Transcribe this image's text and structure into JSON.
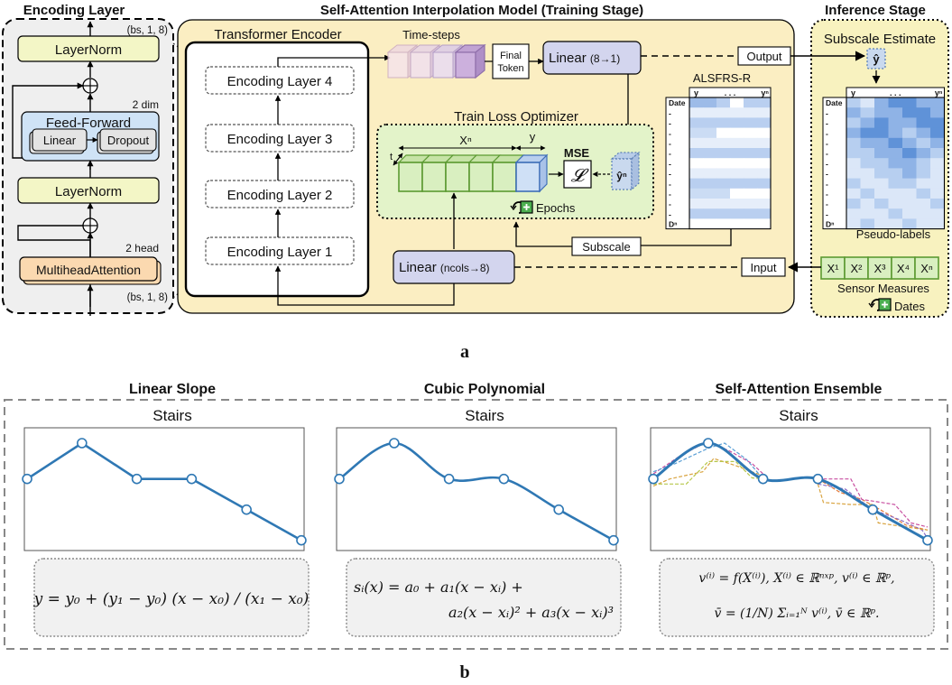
{
  "panel_a": {
    "encoding_layer": {
      "title": "Encoding Layer",
      "layernorm_top": "LayerNorm",
      "shape_top": "(bs, 1, 8)",
      "dim_label": "2 dim",
      "feed_forward": "Feed-Forward",
      "linear": "Linear",
      "dropout": "Dropout",
      "layernorm_bottom": "LayerNorm",
      "head_label": "2 head",
      "mha": "MultiheadAttention",
      "shape_bottom": "(bs, 1, 8)"
    },
    "training": {
      "title": "Self-Attention Interpolation Model (Training Stage)",
      "encoder_title": "Transformer Encoder",
      "layers": [
        "Encoding Layer 4",
        "Encoding Layer 3",
        "Encoding Layer 2",
        "Encoding Layer 1"
      ],
      "time_steps": "Time-steps",
      "final_token_1": "Final",
      "final_token_2": "Token",
      "linear_out": "Linear",
      "linear_out_dims": "(8→1)",
      "output": "Output",
      "alsfrs": "ALSFRS-R",
      "table_y": "y",
      "table_dots": ". . .",
      "table_yn": "yⁿ",
      "table_date": "Date",
      "table_dash": "-",
      "table_dn": "Dⁿ",
      "loss_title": "Train Loss Optimizer",
      "xn": "Xⁿ",
      "y": "y",
      "t": "t",
      "mse": "MSE",
      "loss_symbol": "𝓛",
      "yhat_n": "ŷⁿ",
      "epochs": "Epochs",
      "subscale": "Subscale",
      "linear_in": "Linear",
      "linear_in_dims": "(ncols→8)",
      "input": "Input"
    },
    "inference": {
      "title": "Inference Stage",
      "subscale_estimate": "Subscale Estimate",
      "yhat": "ŷ",
      "pseudo_labels": "Pseudo-labels",
      "sensors": [
        "X¹",
        "X²",
        "X³",
        "X⁴",
        "Xⁿ"
      ],
      "sensor_measures": "Sensor Measures",
      "dates": "Dates"
    },
    "caption": "a"
  },
  "panel_b": {
    "caption": "b",
    "chart_data": [
      {
        "type": "line",
        "title": "Linear Slope",
        "subtitle": "Stairs",
        "x": [
          0,
          1,
          2,
          3,
          4,
          5
        ],
        "y": [
          0.55,
          0.9,
          0.55,
          0.55,
          0.25,
          -0.05
        ],
        "formula": "y = y₀ + (y₁ − y₀) (x − x₀) / (x₁ − x₀)"
      },
      {
        "type": "line",
        "title": "Cubic Polynomial",
        "subtitle": "Stairs",
        "x": [
          0,
          1,
          2,
          3,
          4,
          5
        ],
        "y": [
          0.55,
          0.9,
          0.55,
          0.55,
          0.25,
          -0.05
        ],
        "formula_1": "sᵢ(x) = a₀ + a₁(x − xᵢ) +",
        "formula_2": "a₂(x − xᵢ)² + a₃(x − xᵢ)³"
      },
      {
        "type": "line",
        "title": "Self-Attention Ensemble",
        "subtitle": "Stairs",
        "x": [
          0,
          1,
          2,
          3,
          4,
          5
        ],
        "y": [
          0.55,
          0.9,
          0.55,
          0.55,
          0.25,
          -0.05
        ],
        "formula_1": "v⁽ⁱ⁾ = f(X⁽ⁱ⁾),   X⁽ⁱ⁾ ∈ ℝⁿˣᵖ,  v⁽ⁱ⁾ ∈ ℝᵖ,",
        "formula_2": "v̄ = (1/N) Σᵢ₌₁ᴺ v⁽ⁱ⁾,   v̄ ∈ ℝᵖ."
      }
    ]
  },
  "colors": {
    "layernorm": "#f3f6c6",
    "feedforward": "#cfe3f6",
    "mha": "#fbd9b0",
    "training_bg": "#fbeec2",
    "loss_bg": "#e3f3c9",
    "linear_box": "#d3d5ee",
    "line_blue": "#2f78b4",
    "heat_dark": "#4a86d4",
    "heat_light": "#cfe0f6"
  }
}
